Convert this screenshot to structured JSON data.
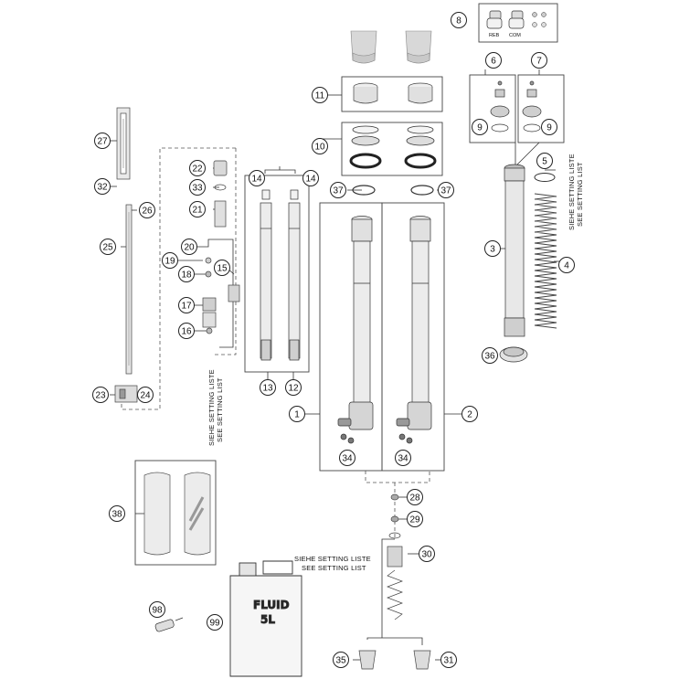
{
  "diagram": {
    "callouts": {
      "c1": "1",
      "c2": "2",
      "c3": "3",
      "c4": "4",
      "c5": "5",
      "c6": "6",
      "c7": "7",
      "c8": "8",
      "c9a": "9",
      "c9b": "9",
      "c10": "10",
      "c11": "11",
      "c12": "12",
      "c13": "13",
      "c14a": "14",
      "c14b": "14",
      "c15": "15",
      "c16": "16",
      "c17": "17",
      "c18": "18",
      "c19": "19",
      "c20": "20",
      "c21": "21",
      "c22": "22",
      "c23": "23",
      "c24": "24",
      "c25": "25",
      "c26": "26",
      "c27": "27",
      "c28": "28",
      "c29": "29",
      "c30": "30",
      "c31": "31",
      "c32": "32",
      "c33": "33",
      "c34a": "34",
      "c34b": "34",
      "c35": "35",
      "c36": "36",
      "c37a": "37",
      "c37b": "37",
      "c38": "38",
      "c98": "98",
      "c99": "99"
    },
    "notes": {
      "right_de": "SIEHE SETTING LISTE",
      "right_en": "SEE SETTING LIST",
      "left_de": "SIEHE SETTING LISTE",
      "left_en": "SEE SETTING LIST",
      "bottom_de": "SIEHE SETTING LISTE",
      "bottom_en": "SEE SETTING LIST"
    },
    "kit_labels": {
      "reb": "REB",
      "com": "COM"
    },
    "canister": {
      "line1": "FLUID",
      "line2": "5L"
    }
  }
}
